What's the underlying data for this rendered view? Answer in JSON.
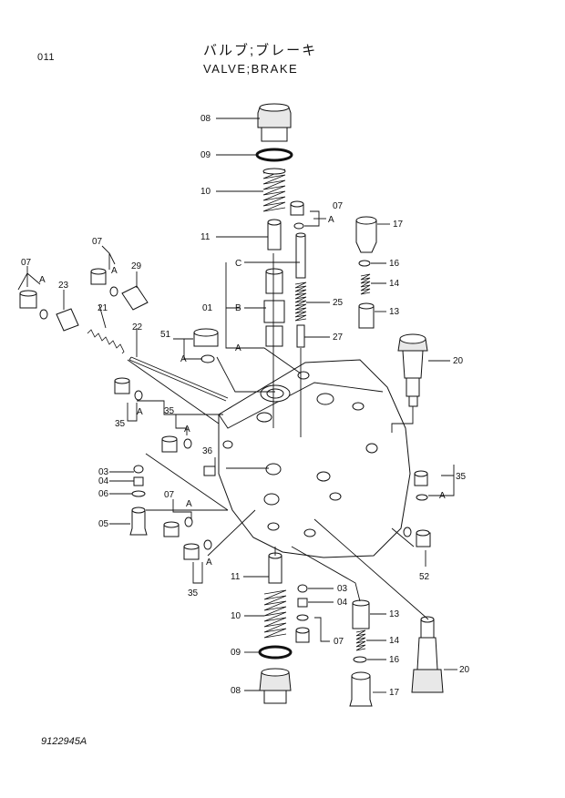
{
  "header": {
    "page_number": "011",
    "title_jp": "バルブ;ブレーキ",
    "title_en": "VALVE;BRAKE"
  },
  "footer": {
    "drawing_number": "9122945A"
  },
  "labels": {
    "p08_top": "08",
    "p09_top": "09",
    "p10_top": "10",
    "p11_top": "11",
    "pC": "C",
    "p01": "01",
    "pB": "B",
    "pA_mid": "A",
    "p07_r": "07",
    "pA_07r": "A",
    "p25": "25",
    "p27": "27",
    "p17_top": "17",
    "p16_top": "16",
    "p14_top": "14",
    "p13_top": "13",
    "p20_top": "20",
    "p07_left": "07",
    "pA_07left": "A",
    "p07_l2": "07",
    "pA_07l2": "A",
    "p29": "29",
    "p23": "23",
    "p21": "21",
    "p22": "22",
    "p51": "51",
    "pA_51": "A",
    "p35_a": "35",
    "pA_35a": "A",
    "p35_b": "35",
    "pA_35b": "A",
    "p36": "36",
    "p03_l": "03",
    "p04_l": "04",
    "p06_l": "06",
    "p05_l": "05",
    "p07_bl": "07",
    "pA_07bl": "A",
    "p35_r": "35",
    "pA_35r": "A",
    "p52": "52",
    "p35_c": "35",
    "pA_35c": "A",
    "p11_bot": "11",
    "p03_b": "03",
    "p04_b": "04",
    "p13_bot": "13",
    "p10_bot": "10",
    "p07_b": "07",
    "p14_bot": "14",
    "p09_bot": "09",
    "p16_bot": "16",
    "p20_bot": "20",
    "p08_bot": "08",
    "p17_bot": "17"
  }
}
